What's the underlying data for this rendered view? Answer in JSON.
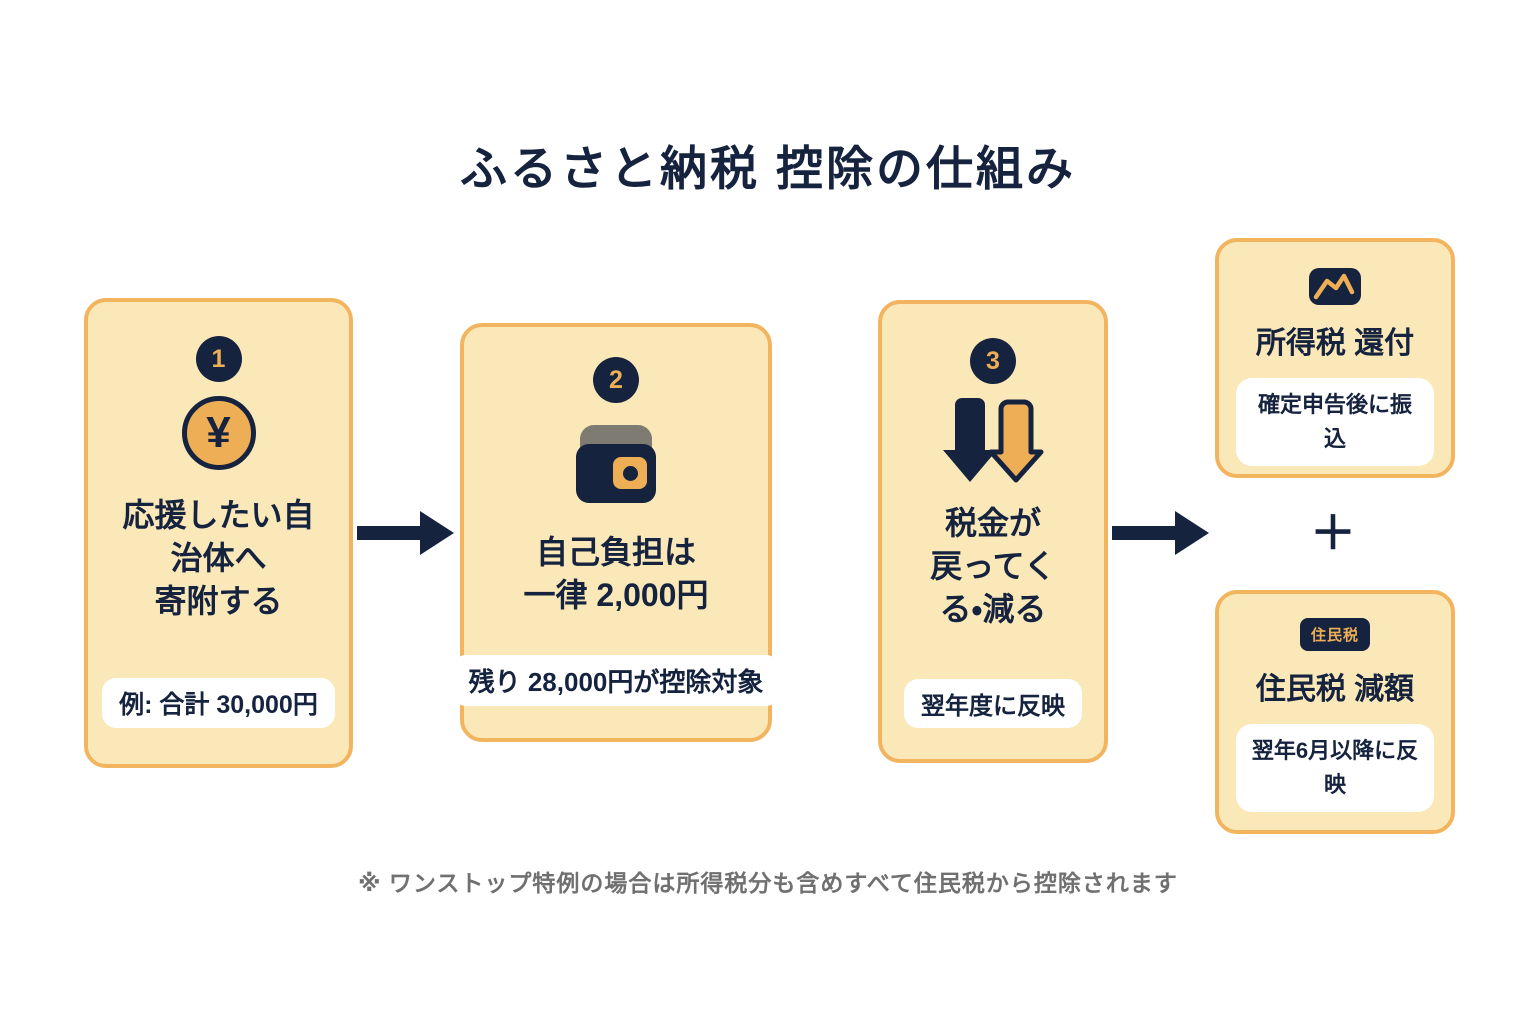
{
  "title": "ふるさと納税 控除の仕組み",
  "steps": [
    {
      "number": "1",
      "icon": "yen-coin-icon",
      "yen_symbol": "¥",
      "label_lines": [
        "応援したい自",
        "治体へ",
        "寄附する"
      ],
      "note": "例: 合計 30,000円"
    },
    {
      "number": "2",
      "icon": "wallet-icon",
      "label_lines": [
        "自己負担は",
        "一律 2,000円"
      ],
      "note": "残り 28,000円が控除対象"
    },
    {
      "number": "3",
      "icon": "double-down-arrows-icon",
      "label_lines": [
        "税金が",
        "戻ってく",
        "る・減る"
      ],
      "note": "翌年度に反映"
    }
  ],
  "results": {
    "income_tax": {
      "icon": "trend-line-icon",
      "title": "所得税 還付",
      "note": "確定申告後に振込"
    },
    "plus": "＋",
    "resident_tax": {
      "badge": "住民税",
      "title": "住民税 減額",
      "note": "翌年6月以降に反映"
    }
  },
  "footnote": "※ ワンストップ特例の場合は所得税分も含めすべて住民税から控除されます",
  "colors": {
    "navy": "#16233F",
    "orange": "#F3B45F",
    "card_fill": "#FBE8B8",
    "accent_number": "#EDAE56",
    "footnote_gray": "#707070",
    "wallet_gray": "#7D7B72"
  }
}
